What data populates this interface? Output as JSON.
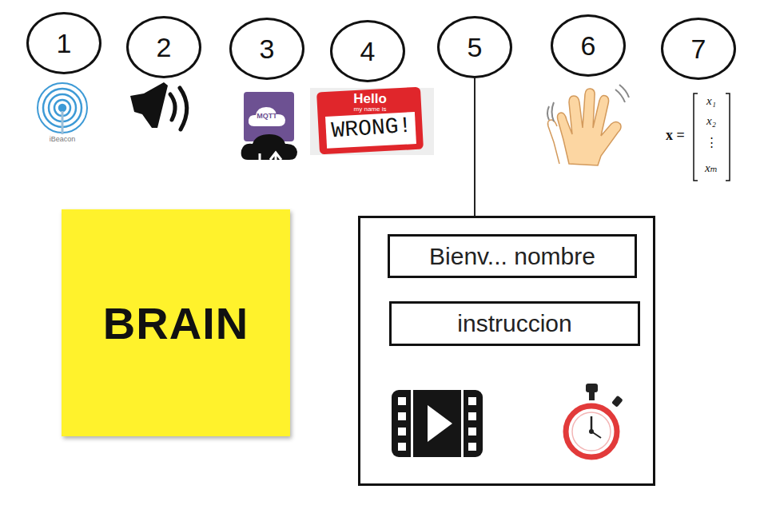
{
  "diagram": {
    "nodes": [
      {
        "text": [
          "1"
        ]
      },
      {
        "text": [
          "2"
        ]
      },
      {
        "text": [
          "3"
        ]
      },
      {
        "text": [
          "4"
        ]
      },
      {
        "text": [
          "5"
        ]
      },
      {
        "text": [
          "6"
        ]
      },
      {
        "text": [
          "7"
        ]
      },
      {
        "text": [
          "BRAIN"
        ]
      },
      {
        "text": []
      },
      {
        "text": [
          "Bienv... nombre"
        ],
        "in": 8
      },
      {
        "text": [
          "instruccion"
        ],
        "in": 8
      }
    ],
    "edges": [
      {
        "from": 4,
        "to": 8,
        "arrow": "none"
      }
    ],
    "labels": [
      "iBeacon",
      "MQTT",
      "Hello",
      "my name is",
      "WRONG!",
      "x =",
      "x₁",
      "x₂",
      "⋮",
      "xₘ"
    ]
  }
}
